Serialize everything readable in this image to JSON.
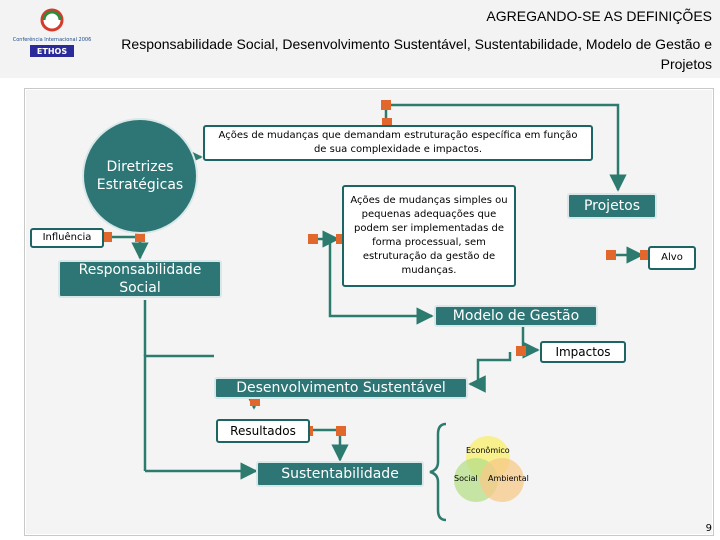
{
  "header": {
    "title": "AGREGANDO-SE AS DEFINIÇÕES",
    "subtitle": "Responsabilidade Social, Desenvolvimento Sustentável, Sustentabilidade, Modelo de Gestão e Projetos",
    "logo_text_line1": "Conferência Internacional 2006",
    "logo_text_line2": "ETHOS"
  },
  "diagram": {
    "diretrizes": "Diretrizes Estratégicas",
    "acoes_estruturacao": "Ações de mudanças que demandam estruturação específica em função de sua complexidade e impactos.",
    "acoes_simples": "Ações de mudanças simples ou pequenas adequações que podem ser implementadas de forma processual, sem estruturação da gestão de mudanças.",
    "influencia": "Influência",
    "responsabilidade_social": "Responsabilidade Social",
    "projetos": "Projetos",
    "alvo": "Alvo",
    "modelo_gestao": "Modelo de Gestão",
    "impactos": "Impactos",
    "desenvolvimento_sustentavel": "Desenvolvimento Sustentável",
    "resultados": "Resultados",
    "sustentabilidade": "Sustentabilidade",
    "venn": {
      "economico": "Econômico",
      "social": "Social",
      "ambiental": "Ambiental"
    }
  },
  "page_number": "9",
  "colors": {
    "teal": "#2e7575",
    "wire": "#2d7a6f",
    "connector": "#e2672d",
    "venn_yellow": "#f7ef7a",
    "venn_green": "#b7df8a",
    "venn_orange": "#f7c98a"
  }
}
